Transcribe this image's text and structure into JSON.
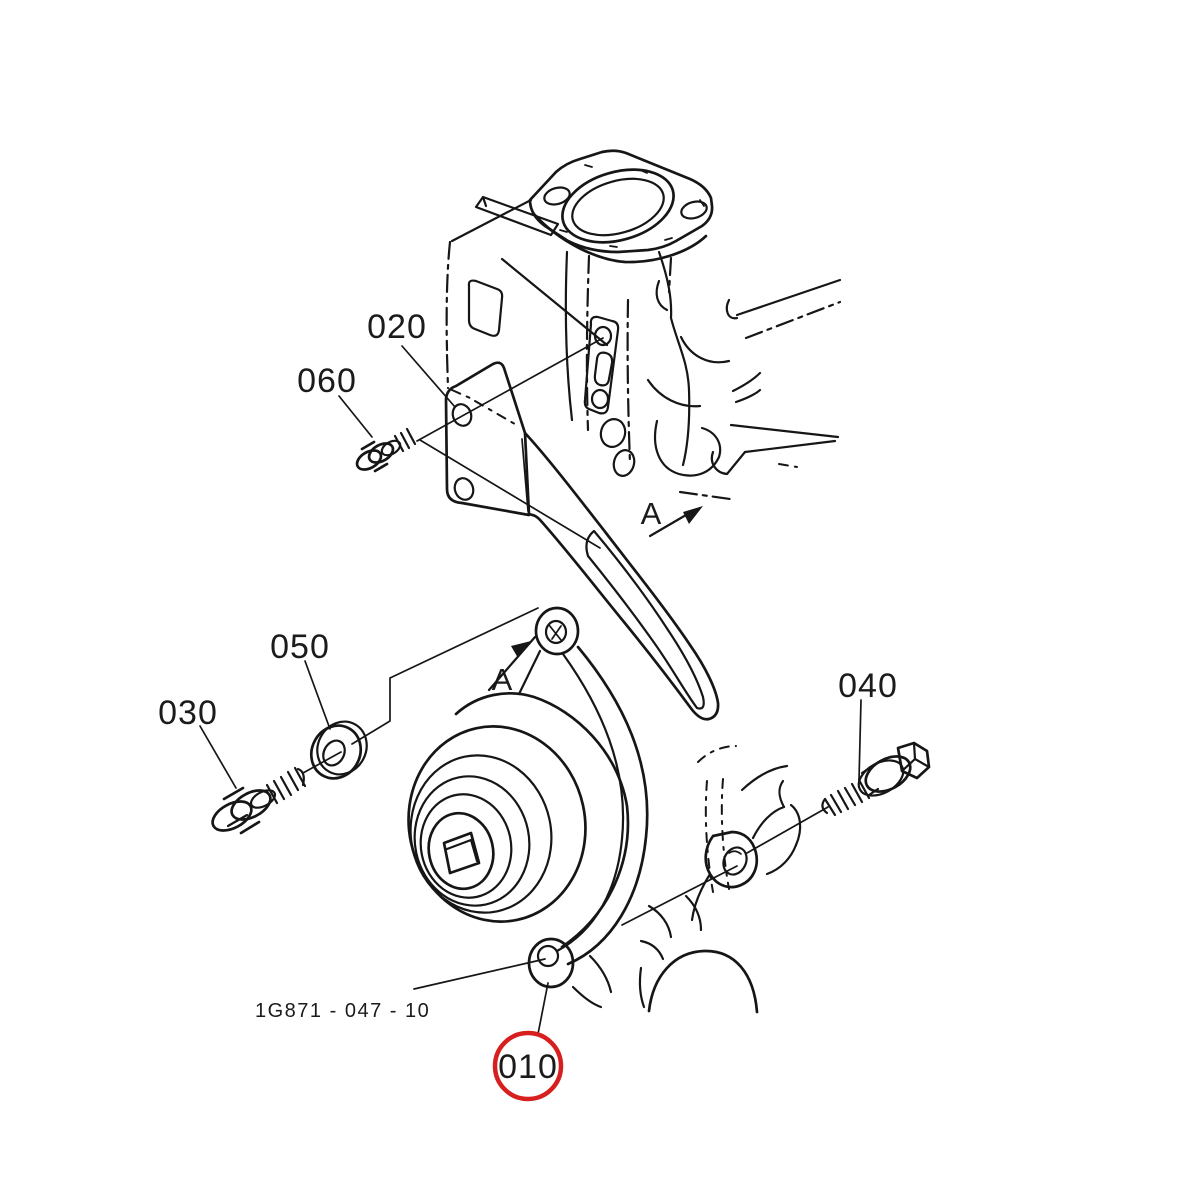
{
  "figure": {
    "part_code": "1G871 - 047 - 10",
    "background": "#ffffff",
    "ink_color": "#161616",
    "highlight_color": "#d81f1f"
  },
  "callouts": [
    {
      "ref": "010",
      "label": "010",
      "highlighted": true
    },
    {
      "ref": "020",
      "label": "020",
      "highlighted": false
    },
    {
      "ref": "030",
      "label": "030",
      "highlighted": false
    },
    {
      "ref": "040",
      "label": "040",
      "highlighted": false
    },
    {
      "ref": "050",
      "label": "050",
      "highlighted": false
    },
    {
      "ref": "060",
      "label": "060",
      "highlighted": false
    }
  ],
  "view_arrows": [
    {
      "label": "A"
    },
    {
      "label": "A"
    }
  ]
}
